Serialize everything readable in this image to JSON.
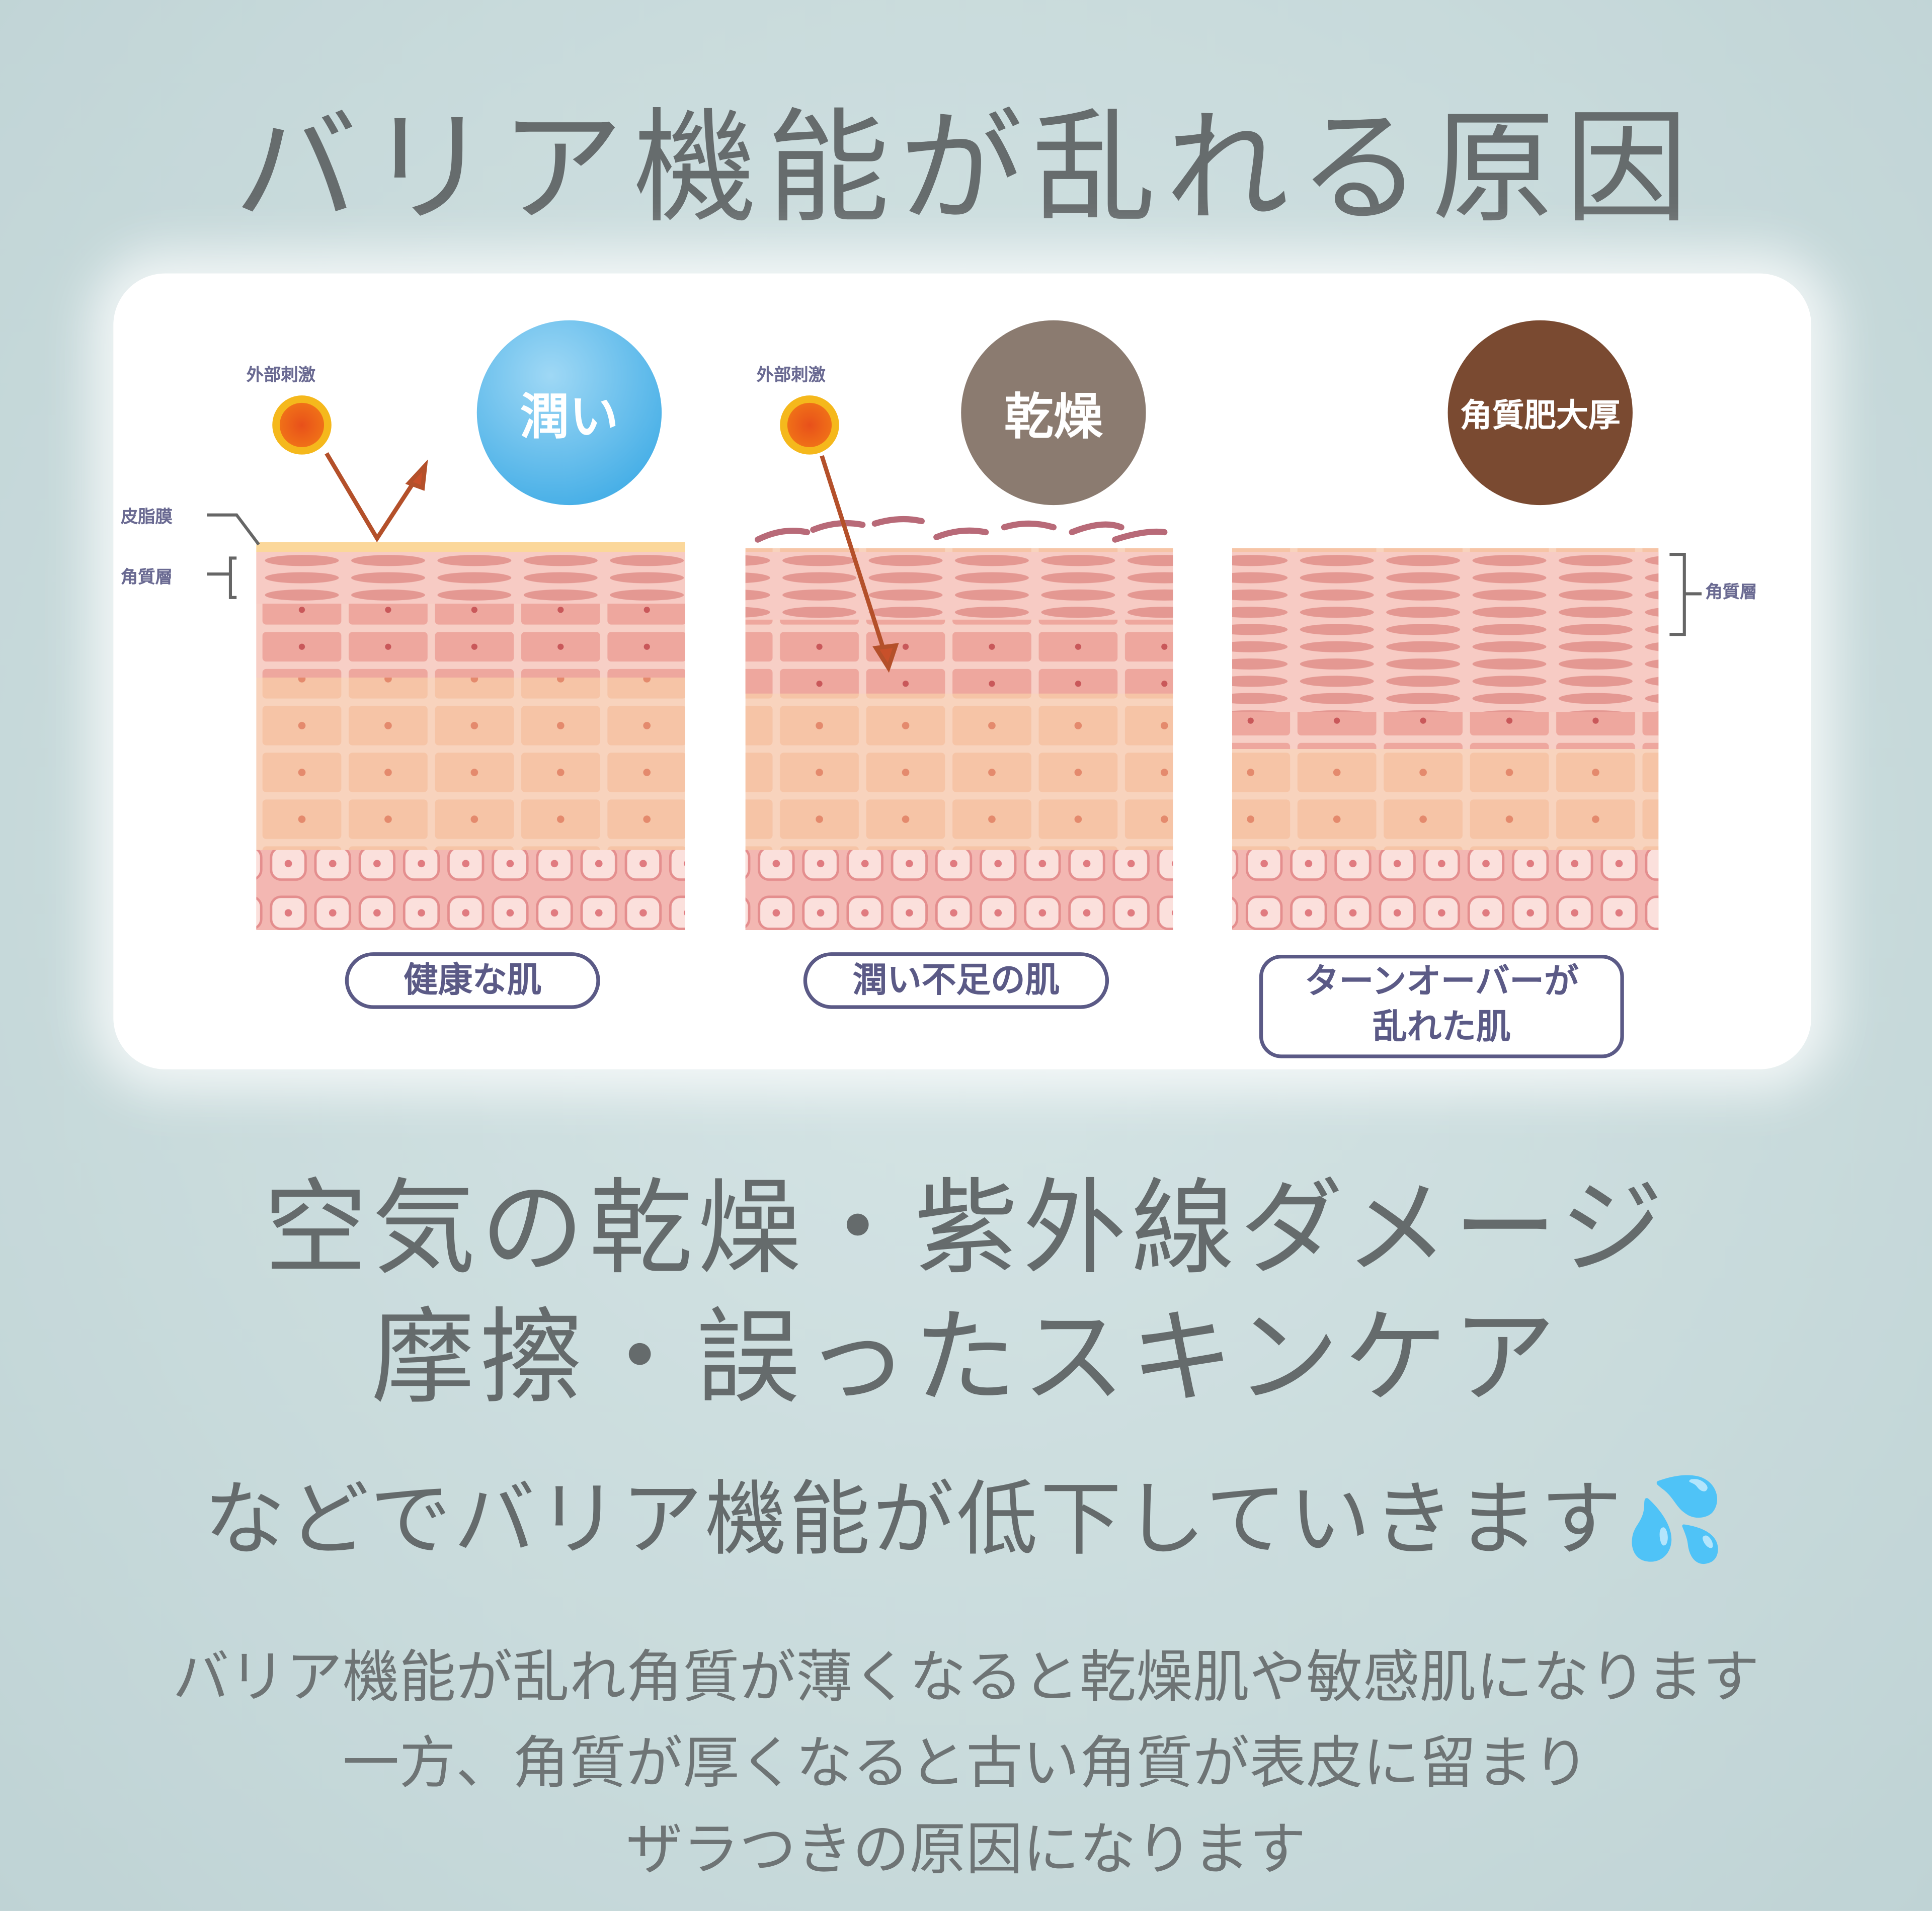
{
  "title": "バリア機能が乱れる原因",
  "diagram": {
    "external_stimulus": "外部刺激",
    "sebum_film": "皮脂膜",
    "stratum_corneum": "角質層",
    "panels": [
      {
        "badge": "潤い",
        "badge_color": "#3aaee6",
        "caption": "健康な肌"
      },
      {
        "badge": "乾燥",
        "badge_color": "#8b7b70",
        "caption": "潤い不足の肌"
      },
      {
        "badge": "角質肥大厚",
        "badge_color": "#7a4a31",
        "caption_line1": "ターンオーバーが",
        "caption_line2": "乱れた肌"
      }
    ]
  },
  "causes_line1": "空気の乾燥・紫外線ダメージ",
  "causes_line2": "摩擦・誤ったスキンケア",
  "result_line": "などでバリア機能が低下していきます",
  "sweat_icon": "sweat-droplets-icon",
  "notes": [
    "バリア機能が乱れ角質が薄くなると乾燥肌や敏感肌になります",
    "一方、角質が厚くなると古い角質が表皮に留まり",
    "ザラつきの原因になります"
  ]
}
